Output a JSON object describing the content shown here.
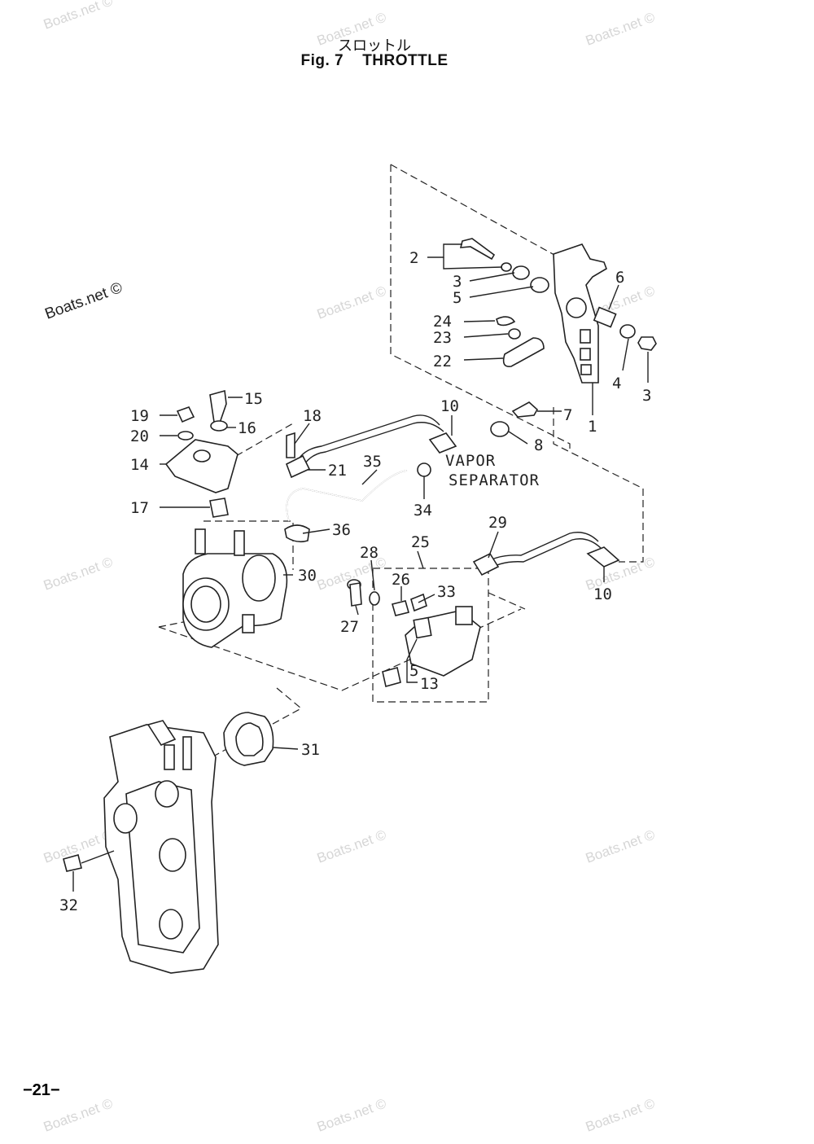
{
  "title": {
    "japanese": "スロットル",
    "english": "Fig. 7    THROTTLE"
  },
  "page_number": "−21−",
  "watermark": "Boats.net ©",
  "notes": {
    "vapor": "VAPOR",
    "separator": "SEPARATOR"
  },
  "callouts": {
    "c1": "1",
    "c2": "2",
    "c3a": "3",
    "c3b": "3",
    "c4": "4",
    "c5a": "5",
    "c5b": "5",
    "c6": "6",
    "c7": "7",
    "c8": "8",
    "c10a": "10",
    "c10b": "10",
    "c13": "13",
    "c14": "14",
    "c15": "15",
    "c16": "16",
    "c17": "17",
    "c18": "18",
    "c19": "19",
    "c20": "20",
    "c21": "21",
    "c22": "22",
    "c23": "23",
    "c24": "24",
    "c25": "25",
    "c26": "26",
    "c27": "27",
    "c28": "28",
    "c29": "29",
    "c30": "30",
    "c31": "31",
    "c32": "32",
    "c33": "33",
    "c34": "34",
    "c35": "35",
    "c36": "36"
  }
}
